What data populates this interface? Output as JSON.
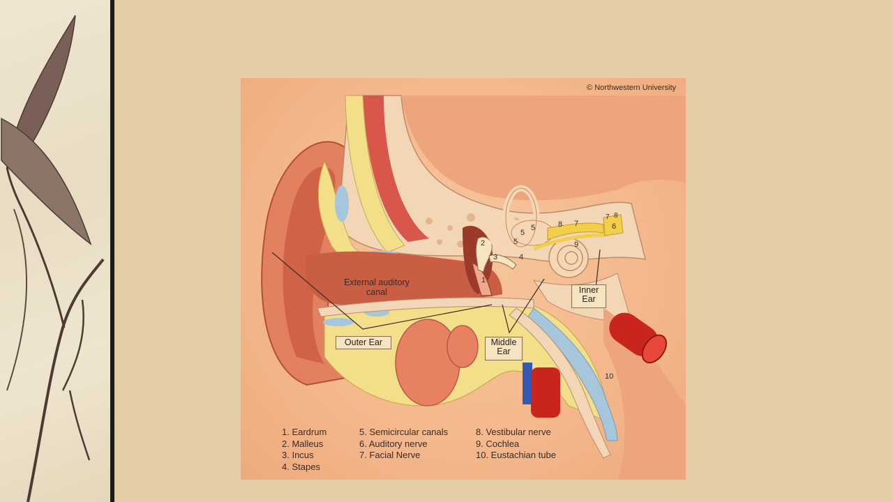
{
  "copyright": "© Northwestern University",
  "regions": {
    "outer_ear": "Outer Ear",
    "middle_ear_line1": "Middle",
    "middle_ear_line2": "Ear",
    "inner_ear_line1": "Inner",
    "inner_ear_line2": "Ear"
  },
  "canal_label_line1": "External auditory",
  "canal_label_line2": "canal",
  "markers": [
    "1",
    "2",
    "3",
    "4",
    "5",
    "5",
    "5",
    "6",
    "7",
    "8",
    "9",
    "10",
    "7",
    "8"
  ],
  "legend": {
    "col1": [
      "1. Eardrum",
      "2. Malleus",
      "3. Incus",
      "4. Stapes"
    ],
    "col2": [
      "5. Semicircular canals",
      "6. Auditory nerve",
      "7. Facial Nerve"
    ],
    "col3": [
      "8. Vestibular nerve",
      "9. Cochlea",
      "10. Eustachian tube"
    ]
  },
  "colors": {
    "background": "#e2cda6",
    "figure_bg": "#f4b98d",
    "divider": "#1d1b16",
    "bone": "#f2d6b5",
    "fat": "#f3de8a",
    "tissue": "#e07a5a",
    "blood_red": "#c8251e",
    "blood_blue": "#3459b5"
  }
}
